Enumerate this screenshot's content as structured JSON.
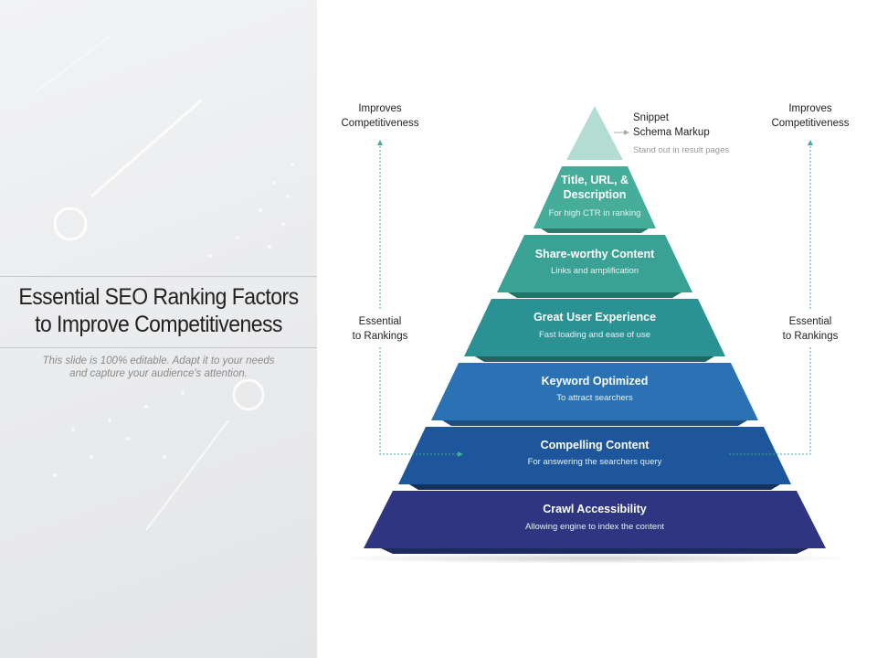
{
  "slide": {
    "title_line1": "Essential SEO Ranking Factors",
    "title_line2": "to Improve Competitiveness",
    "subtitle_line1": "This slide is 100% editable. Adapt it to your needs",
    "subtitle_line2": "and capture your audience's attention."
  },
  "top_level": {
    "title_line1": "Snippet",
    "title_line2": "Schema Markup",
    "description": "Stand out in result pages",
    "color": "#b3dcd3"
  },
  "levels": [
    {
      "title_line1": "Title, URL, &",
      "title_line2": "Description",
      "description": "For high CTR in ranking",
      "color": "#45ad99"
    },
    {
      "title_line1": "Share-worthy Content",
      "description": "Links and amplification",
      "color": "#3aa294"
    },
    {
      "title_line1": "Great User Experience",
      "description": "Fast loading  and ease of use",
      "color": "#2b9294"
    },
    {
      "title_line1": "Keyword Optimized",
      "description": "To attract searchers",
      "color": "#2a72b3"
    },
    {
      "title_line1": "Compelling Content",
      "description": "For answering  the searchers query",
      "color": "#1e569b"
    },
    {
      "title_line1": "Crawl Accessibility",
      "description": "Allowing  engine  to index  the content",
      "color": "#2f3580"
    }
  ],
  "left_annotation": {
    "top_line1": "Improves",
    "top_line2": "Competitiveness",
    "mid_line1": "Essential",
    "mid_line2": "to Rankings"
  },
  "right_annotation": {
    "top_line1": "Improves",
    "top_line2": "Competitiveness",
    "mid_line1": "Essential",
    "mid_line2": "to Rankings"
  },
  "colors": {
    "dotted_arrow": "#45ad99",
    "level_shadow": "#1d2a5e"
  }
}
